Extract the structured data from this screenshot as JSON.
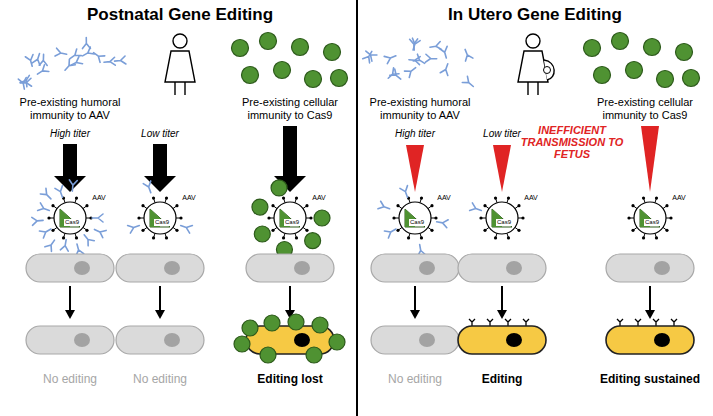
{
  "diagram": {
    "labels": [
      "Postnatal Gene Editing",
      "In Utero Gene Editing",
      "Pre-existing humoral immunity to AAV",
      "Pre-existing cellular immunity to Cas9",
      "High titer",
      "Low titer",
      "AAV",
      "Cas9",
      "AAV",
      "Cas9",
      "AAV",
      "Cas9",
      "No editing",
      "No editing",
      "Editing lost",
      "Pre-existing humoral immunity to AAV",
      "Pre-existing cellular immunity to Cas9",
      "High titer",
      "Low titer",
      "INEFFICIENT TRANSMISSION TO FETUS",
      "AAV",
      "Cas9",
      "AAV",
      "Cas9",
      "AAV",
      "Cas9",
      "No editing",
      "Editing",
      "Editing sustained"
    ]
  }
}
